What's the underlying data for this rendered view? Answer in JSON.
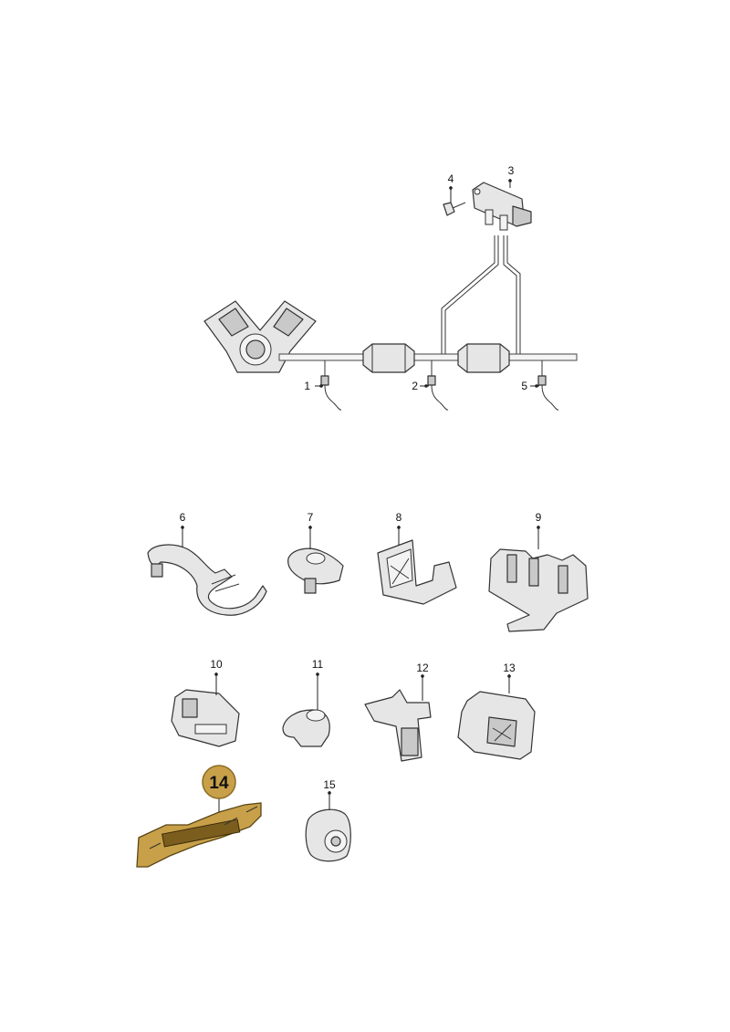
{
  "diagram": {
    "highlight_color": "#c8a049",
    "highlight_part": "14",
    "callouts": {
      "c1": "1",
      "c2": "2",
      "c3": "3",
      "c4": "4",
      "c5": "5",
      "c6": "6",
      "c7": "7",
      "c8": "8",
      "c9": "9",
      "c10": "10",
      "c11": "11",
      "c12": "12",
      "c13": "13",
      "c14": "14",
      "c15": "15"
    }
  }
}
